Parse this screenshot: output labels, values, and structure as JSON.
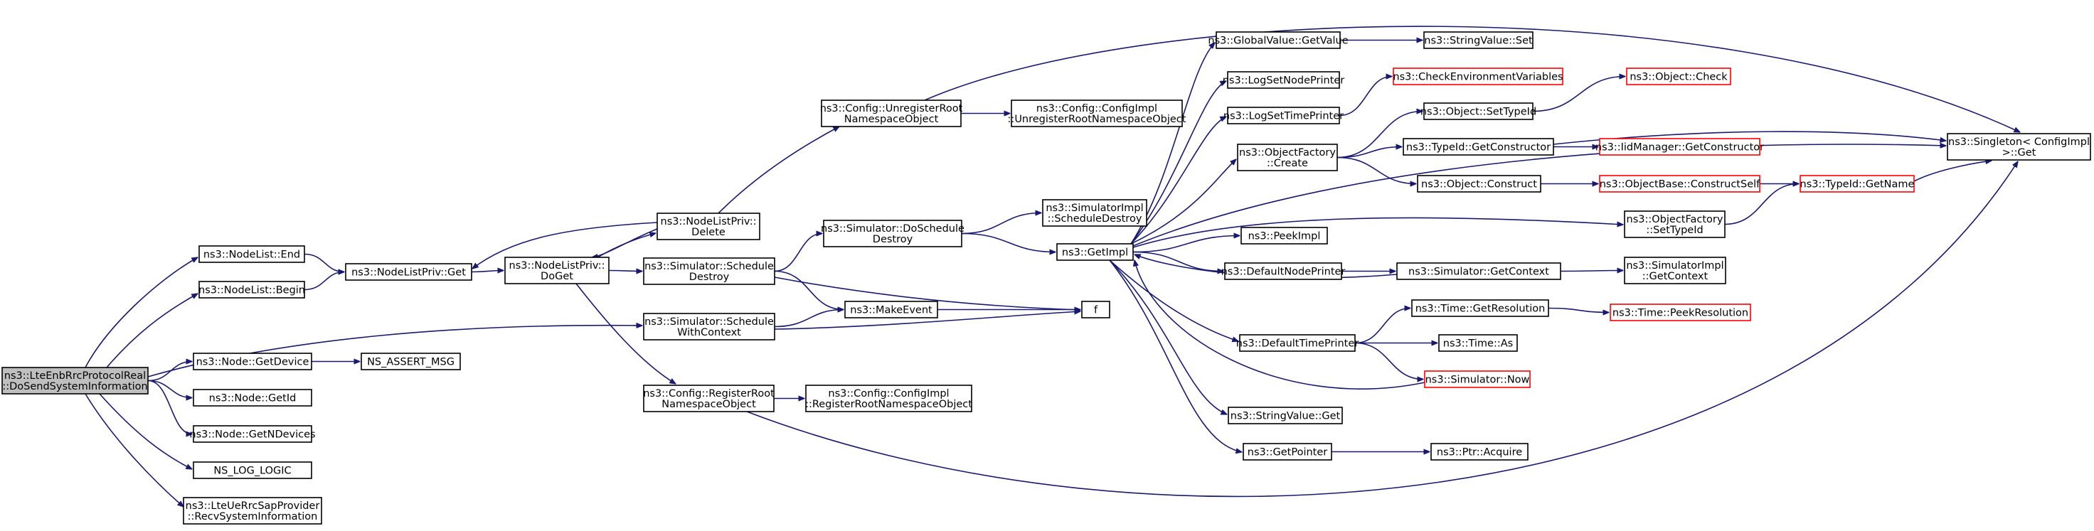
{
  "nodes": [
    {
      "id": "root",
      "lines": [
        "ns3::LteEnbRrcProtocolReal",
        "::DoSendSystemInformation"
      ],
      "style": "root"
    },
    {
      "id": "nlEnd",
      "lines": [
        "ns3::NodeList::End"
      ],
      "style": "normal"
    },
    {
      "id": "nlBegin",
      "lines": [
        "ns3::NodeList::Begin"
      ],
      "style": "normal"
    },
    {
      "id": "nlpGet",
      "lines": [
        "ns3::NodeListPriv::Get"
      ],
      "style": "normal"
    },
    {
      "id": "nlpDoGet",
      "lines": [
        "ns3::NodeListPriv::",
        "DoGet"
      ],
      "style": "normal"
    },
    {
      "id": "nlpDelete",
      "lines": [
        "ns3::NodeListPriv::",
        "Delete"
      ],
      "style": "normal"
    },
    {
      "id": "cfgUnreg",
      "lines": [
        "ns3::Config::UnregisterRoot",
        "NamespaceObject"
      ],
      "style": "normal"
    },
    {
      "id": "cfgImplUnreg",
      "lines": [
        "ns3::Config::ConfigImpl",
        "::UnregisterRootNamespaceObject"
      ],
      "style": "normal"
    },
    {
      "id": "simSchedDestroy",
      "lines": [
        "ns3::Simulator::Schedule",
        "Destroy"
      ],
      "style": "normal"
    },
    {
      "id": "simDoSchedDestroy",
      "lines": [
        "ns3::Simulator::DoSchedule",
        "Destroy"
      ],
      "style": "normal"
    },
    {
      "id": "simImplSchedDestroy",
      "lines": [
        "ns3::SimulatorImpl",
        "::ScheduleDestroy"
      ],
      "style": "normal"
    },
    {
      "id": "simSchedCtx",
      "lines": [
        "ns3::Simulator::Schedule",
        "WithContext"
      ],
      "style": "normal"
    },
    {
      "id": "makeEvent",
      "lines": [
        "ns3::MakeEvent"
      ],
      "style": "normal"
    },
    {
      "id": "f",
      "lines": [
        "f"
      ],
      "style": "normal"
    },
    {
      "id": "cfgReg",
      "lines": [
        "ns3::Config::RegisterRoot",
        "NamespaceObject"
      ],
      "style": "normal"
    },
    {
      "id": "cfgImplReg",
      "lines": [
        "ns3::Config::ConfigImpl",
        "::RegisterRootNamespaceObject"
      ],
      "style": "normal"
    },
    {
      "id": "nodeGetDevice",
      "lines": [
        "ns3::Node::GetDevice"
      ],
      "style": "normal"
    },
    {
      "id": "assertMsg",
      "lines": [
        "NS_ASSERT_MSG"
      ],
      "style": "normal"
    },
    {
      "id": "nodeGetId",
      "lines": [
        "ns3::Node::GetId"
      ],
      "style": "normal"
    },
    {
      "id": "nodeGetN",
      "lines": [
        "ns3::Node::GetNDevices"
      ],
      "style": "normal"
    },
    {
      "id": "logLogic",
      "lines": [
        "NS_LOG_LOGIC"
      ],
      "style": "normal"
    },
    {
      "id": "recvSys",
      "lines": [
        "ns3::LteUeRrcSapProvider",
        "::RecvSystemInformation"
      ],
      "style": "normal"
    },
    {
      "id": "getImpl",
      "lines": [
        "ns3::GetImpl"
      ],
      "style": "normal"
    },
    {
      "id": "globalGetValue",
      "lines": [
        "ns3::GlobalValue::GetValue"
      ],
      "style": "normal"
    },
    {
      "id": "strValSet",
      "lines": [
        "ns3::StringValue::Set"
      ],
      "style": "normal"
    },
    {
      "id": "logNodePrinter",
      "lines": [
        "ns3::LogSetNodePrinter"
      ],
      "style": "normal"
    },
    {
      "id": "logTimePrinter",
      "lines": [
        "ns3::LogSetTimePrinter"
      ],
      "style": "normal"
    },
    {
      "id": "checkEnv",
      "lines": [
        "ns3::CheckEnvironmentVariables"
      ],
      "style": "red"
    },
    {
      "id": "objFactCreate",
      "lines": [
        "ns3::ObjectFactory",
        "::Create"
      ],
      "style": "normal"
    },
    {
      "id": "objSetTypeId",
      "lines": [
        "ns3::Object::SetTypeId"
      ],
      "style": "normal"
    },
    {
      "id": "objCheck",
      "lines": [
        "ns3::Object::Check"
      ],
      "style": "red"
    },
    {
      "id": "typeIdGetCtor",
      "lines": [
        "ns3::TypeId::GetConstructor"
      ],
      "style": "normal"
    },
    {
      "id": "iidGetCtor",
      "lines": [
        "ns3::IidManager::GetConstructor"
      ],
      "style": "red"
    },
    {
      "id": "objConstruct",
      "lines": [
        "ns3::Object::Construct"
      ],
      "style": "normal"
    },
    {
      "id": "objBaseConstructSelf",
      "lines": [
        "ns3::ObjectBase::ConstructSelf"
      ],
      "style": "red"
    },
    {
      "id": "typeIdGetName",
      "lines": [
        "ns3::TypeId::GetName"
      ],
      "style": "red"
    },
    {
      "id": "singletonGet",
      "lines": [
        "ns3::Singleton< ConfigImpl",
        " >::Get"
      ],
      "style": "normal"
    },
    {
      "id": "objFactSetTypeId",
      "lines": [
        "ns3::ObjectFactory",
        "::SetTypeId"
      ],
      "style": "normal"
    },
    {
      "id": "peekImpl",
      "lines": [
        "ns3::PeekImpl"
      ],
      "style": "normal"
    },
    {
      "id": "defNodePrinter",
      "lines": [
        "ns3::DefaultNodePrinter"
      ],
      "style": "normal"
    },
    {
      "id": "simGetContext",
      "lines": [
        "ns3::Simulator::GetContext"
      ],
      "style": "normal"
    },
    {
      "id": "simImplGetContext",
      "lines": [
        "ns3::SimulatorImpl",
        "::GetContext"
      ],
      "style": "normal"
    },
    {
      "id": "defTimePrinter",
      "lines": [
        "ns3::DefaultTimePrinter"
      ],
      "style": "normal"
    },
    {
      "id": "timeGetRes",
      "lines": [
        "ns3::Time::GetResolution"
      ],
      "style": "normal"
    },
    {
      "id": "timePeekRes",
      "lines": [
        "ns3::Time::PeekResolution"
      ],
      "style": "red"
    },
    {
      "id": "timeAs",
      "lines": [
        "ns3::Time::As"
      ],
      "style": "normal"
    },
    {
      "id": "simNow",
      "lines": [
        "ns3::Simulator::Now"
      ],
      "style": "red"
    },
    {
      "id": "strValGet",
      "lines": [
        "ns3::StringValue::Get"
      ],
      "style": "normal"
    },
    {
      "id": "getPointer",
      "lines": [
        "ns3::GetPointer"
      ],
      "style": "normal"
    },
    {
      "id": "ptrAcquire",
      "lines": [
        "ns3::Ptr::Acquire"
      ],
      "style": "normal"
    }
  ],
  "edges": [
    [
      "root",
      "nlEnd"
    ],
    [
      "root",
      "nlBegin"
    ],
    [
      "root",
      "simSchedCtx"
    ],
    [
      "root",
      "nodeGetDevice"
    ],
    [
      "root",
      "nodeGetId"
    ],
    [
      "root",
      "nodeGetN"
    ],
    [
      "root",
      "logLogic"
    ],
    [
      "root",
      "recvSys"
    ],
    [
      "nlEnd",
      "nlpGet"
    ],
    [
      "nlBegin",
      "nlpGet"
    ],
    [
      "nlpGet",
      "nlpDoGet"
    ],
    [
      "nlpDoGet",
      "nlpDelete"
    ],
    [
      "nlpDoGet",
      "simSchedDestroy"
    ],
    [
      "nlpDoGet",
      "cfgReg"
    ],
    [
      "nlpDelete",
      "nlpGet"
    ],
    [
      "nlpDelete",
      "nlpDoGet"
    ],
    [
      "nlpDelete",
      "cfgUnreg"
    ],
    [
      "cfgUnreg",
      "cfgImplUnreg"
    ],
    [
      "cfgUnreg",
      "singletonGet"
    ],
    [
      "simSchedDestroy",
      "simDoSchedDestroy"
    ],
    [
      "simSchedDestroy",
      "makeEvent"
    ],
    [
      "simSchedDestroy",
      "f"
    ],
    [
      "simDoSchedDestroy",
      "simImplSchedDestroy"
    ],
    [
      "simDoSchedDestroy",
      "getImpl"
    ],
    [
      "simSchedCtx",
      "makeEvent"
    ],
    [
      "simSchedCtx",
      "f"
    ],
    [
      "makeEvent",
      "f"
    ],
    [
      "cfgReg",
      "cfgImplReg"
    ],
    [
      "cfgReg",
      "singletonGet"
    ],
    [
      "nodeGetDevice",
      "assertMsg"
    ],
    [
      "getImpl",
      "globalGetValue"
    ],
    [
      "getImpl",
      "logNodePrinter"
    ],
    [
      "getImpl",
      "logTimePrinter"
    ],
    [
      "getImpl",
      "objFactCreate"
    ],
    [
      "getImpl",
      "objFactSetTypeId"
    ],
    [
      "getImpl",
      "peekImpl"
    ],
    [
      "getImpl",
      "defNodePrinter"
    ],
    [
      "getImpl",
      "defTimePrinter"
    ],
    [
      "getImpl",
      "strValGet"
    ],
    [
      "getImpl",
      "getPointer"
    ],
    [
      "getImpl",
      "singletonGet"
    ],
    [
      "globalGetValue",
      "strValSet"
    ],
    [
      "logTimePrinter",
      "checkEnv"
    ],
    [
      "objFactCreate",
      "objSetTypeId"
    ],
    [
      "objFactCreate",
      "typeIdGetCtor"
    ],
    [
      "objFactCreate",
      "objConstruct"
    ],
    [
      "objSetTypeId",
      "objCheck"
    ],
    [
      "typeIdGetCtor",
      "iidGetCtor"
    ],
    [
      "typeIdGetCtor",
      "singletonGet"
    ],
    [
      "objConstruct",
      "objBaseConstructSelf"
    ],
    [
      "objBaseConstructSelf",
      "typeIdGetName"
    ],
    [
      "typeIdGetName",
      "singletonGet"
    ],
    [
      "objFactSetTypeId",
      "typeIdGetName"
    ],
    [
      "defNodePrinter",
      "simGetContext"
    ],
    [
      "simGetContext",
      "getImpl"
    ],
    [
      "simGetContext",
      "simImplGetContext"
    ],
    [
      "defTimePrinter",
      "timeGetRes"
    ],
    [
      "defTimePrinter",
      "timeAs"
    ],
    [
      "defTimePrinter",
      "simNow"
    ],
    [
      "timeGetRes",
      "timePeekRes"
    ],
    [
      "simNow",
      "getImpl"
    ],
    [
      "getPointer",
      "ptrAcquire"
    ]
  ]
}
